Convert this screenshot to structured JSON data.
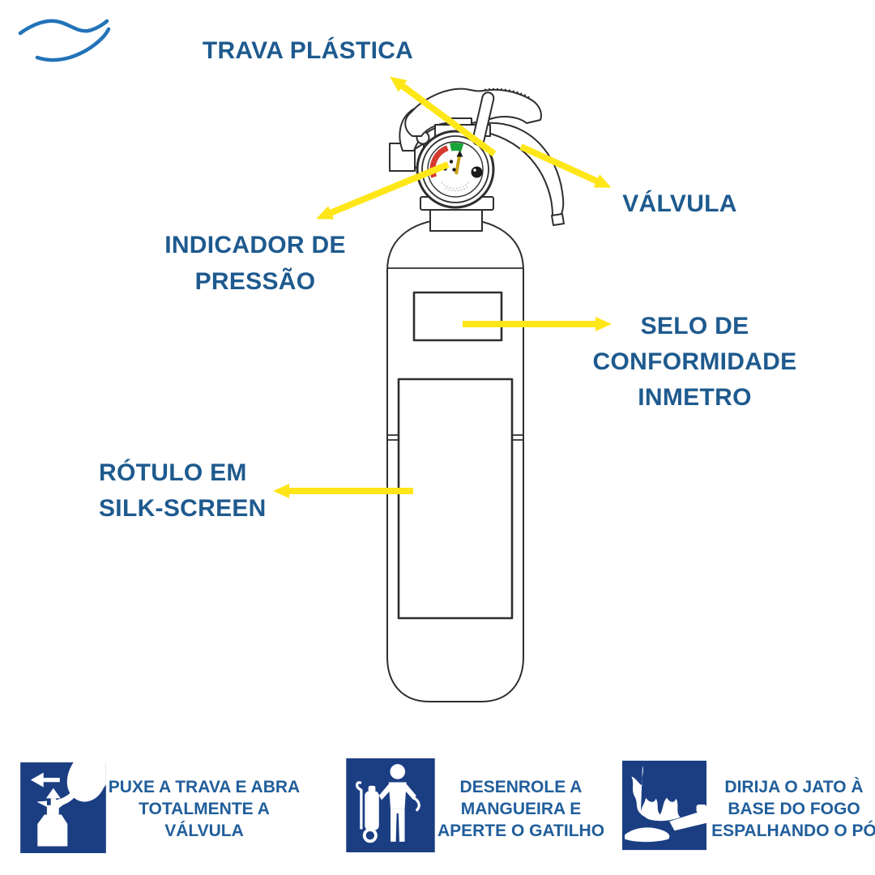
{
  "colors": {
    "label_blue": "#1e5a8e",
    "instruction_blue": "#215e9b",
    "arrow_yellow": "#ffe619",
    "icon_navy": "#1b3e83",
    "logo_blue": "#2273b8",
    "line_dark": "#2e2e2e",
    "gauge_red": "#d43a2f",
    "gauge_green": "#18a53a",
    "needle_yellow": "#c8a312"
  },
  "callouts": {
    "trava": {
      "text": "TRAVA PLÁSTICA"
    },
    "valvula": {
      "text": "VÁLVULA"
    },
    "indicador": {
      "line1": "INDICADOR DE",
      "line2": "PRESSÃO"
    },
    "selo": {
      "line1": "SELO DE",
      "line2": "CONFORMIDADE",
      "line3": "INMETRO"
    },
    "rotulo": {
      "line1": "RÓTULO EM",
      "line2": "SILK-SCREEN"
    }
  },
  "instructions": {
    "step1": {
      "icon": "pull-pin-icon",
      "line1": "PUXE A TRAVA E ABRA",
      "line2": "TOTALMENTE A",
      "line3": "VÁLVULA"
    },
    "step2": {
      "icon": "person-wheeled-extinguisher-icon",
      "line1": "DESENROLE A",
      "line2": "MANGUEIRA E",
      "line3": "APERTE O GATILHO"
    },
    "step3": {
      "icon": "fire-base-spray-icon",
      "line1": "DIRIJA O JATO À",
      "line2": "BASE DO FOGO",
      "line3": "ESPALHANDO O PÓ"
    }
  }
}
